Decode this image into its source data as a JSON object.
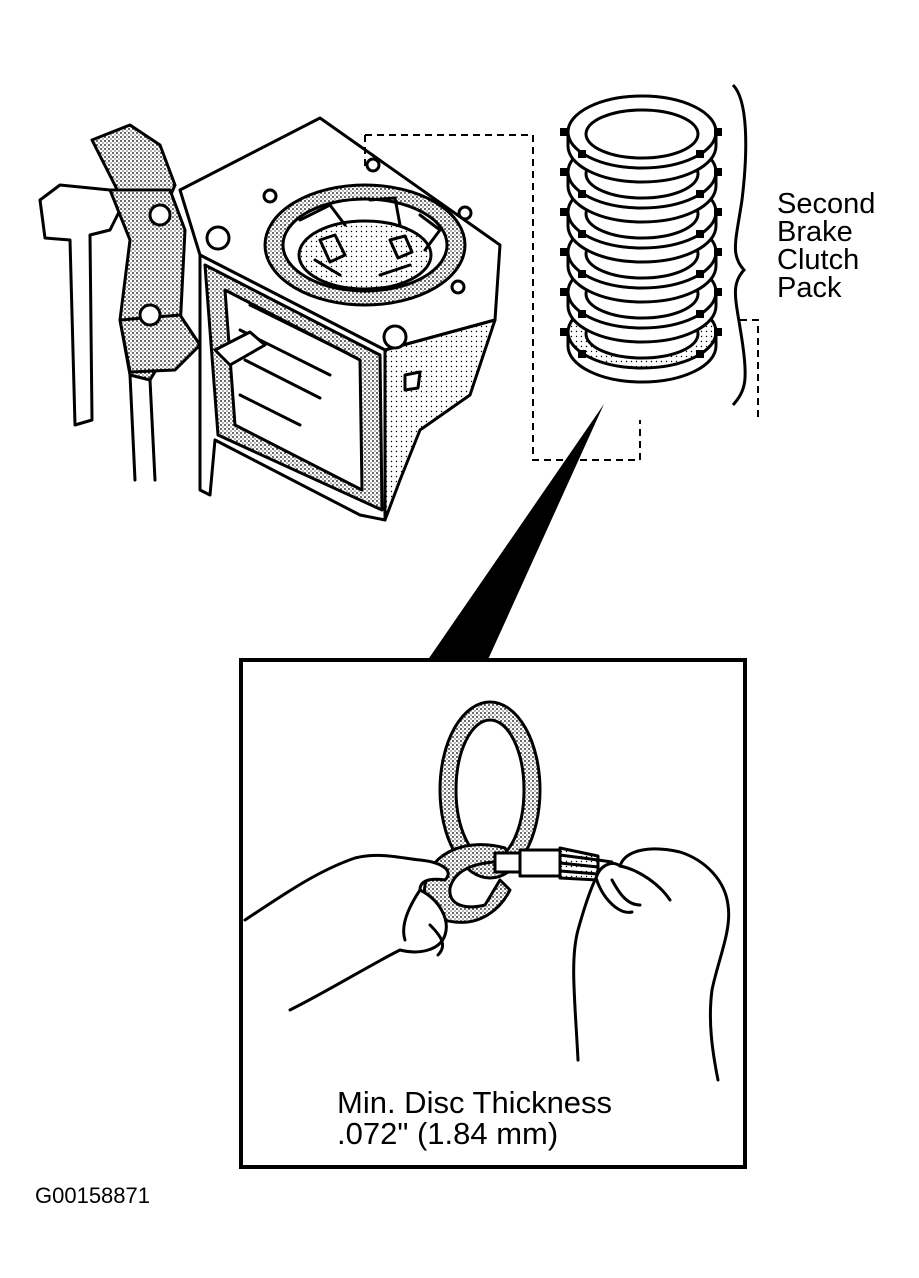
{
  "callout": {
    "lines": [
      "Second",
      "Brake",
      "Clutch",
      "Pack"
    ]
  },
  "caption": {
    "lines": [
      "Min. Disc Thickness",
      ".072\" (1.84 mm)"
    ]
  },
  "figure_id": "G00158871",
  "colors": {
    "ink": "#000000",
    "paper": "#ffffff",
    "stipple": "#8a8a8a"
  }
}
